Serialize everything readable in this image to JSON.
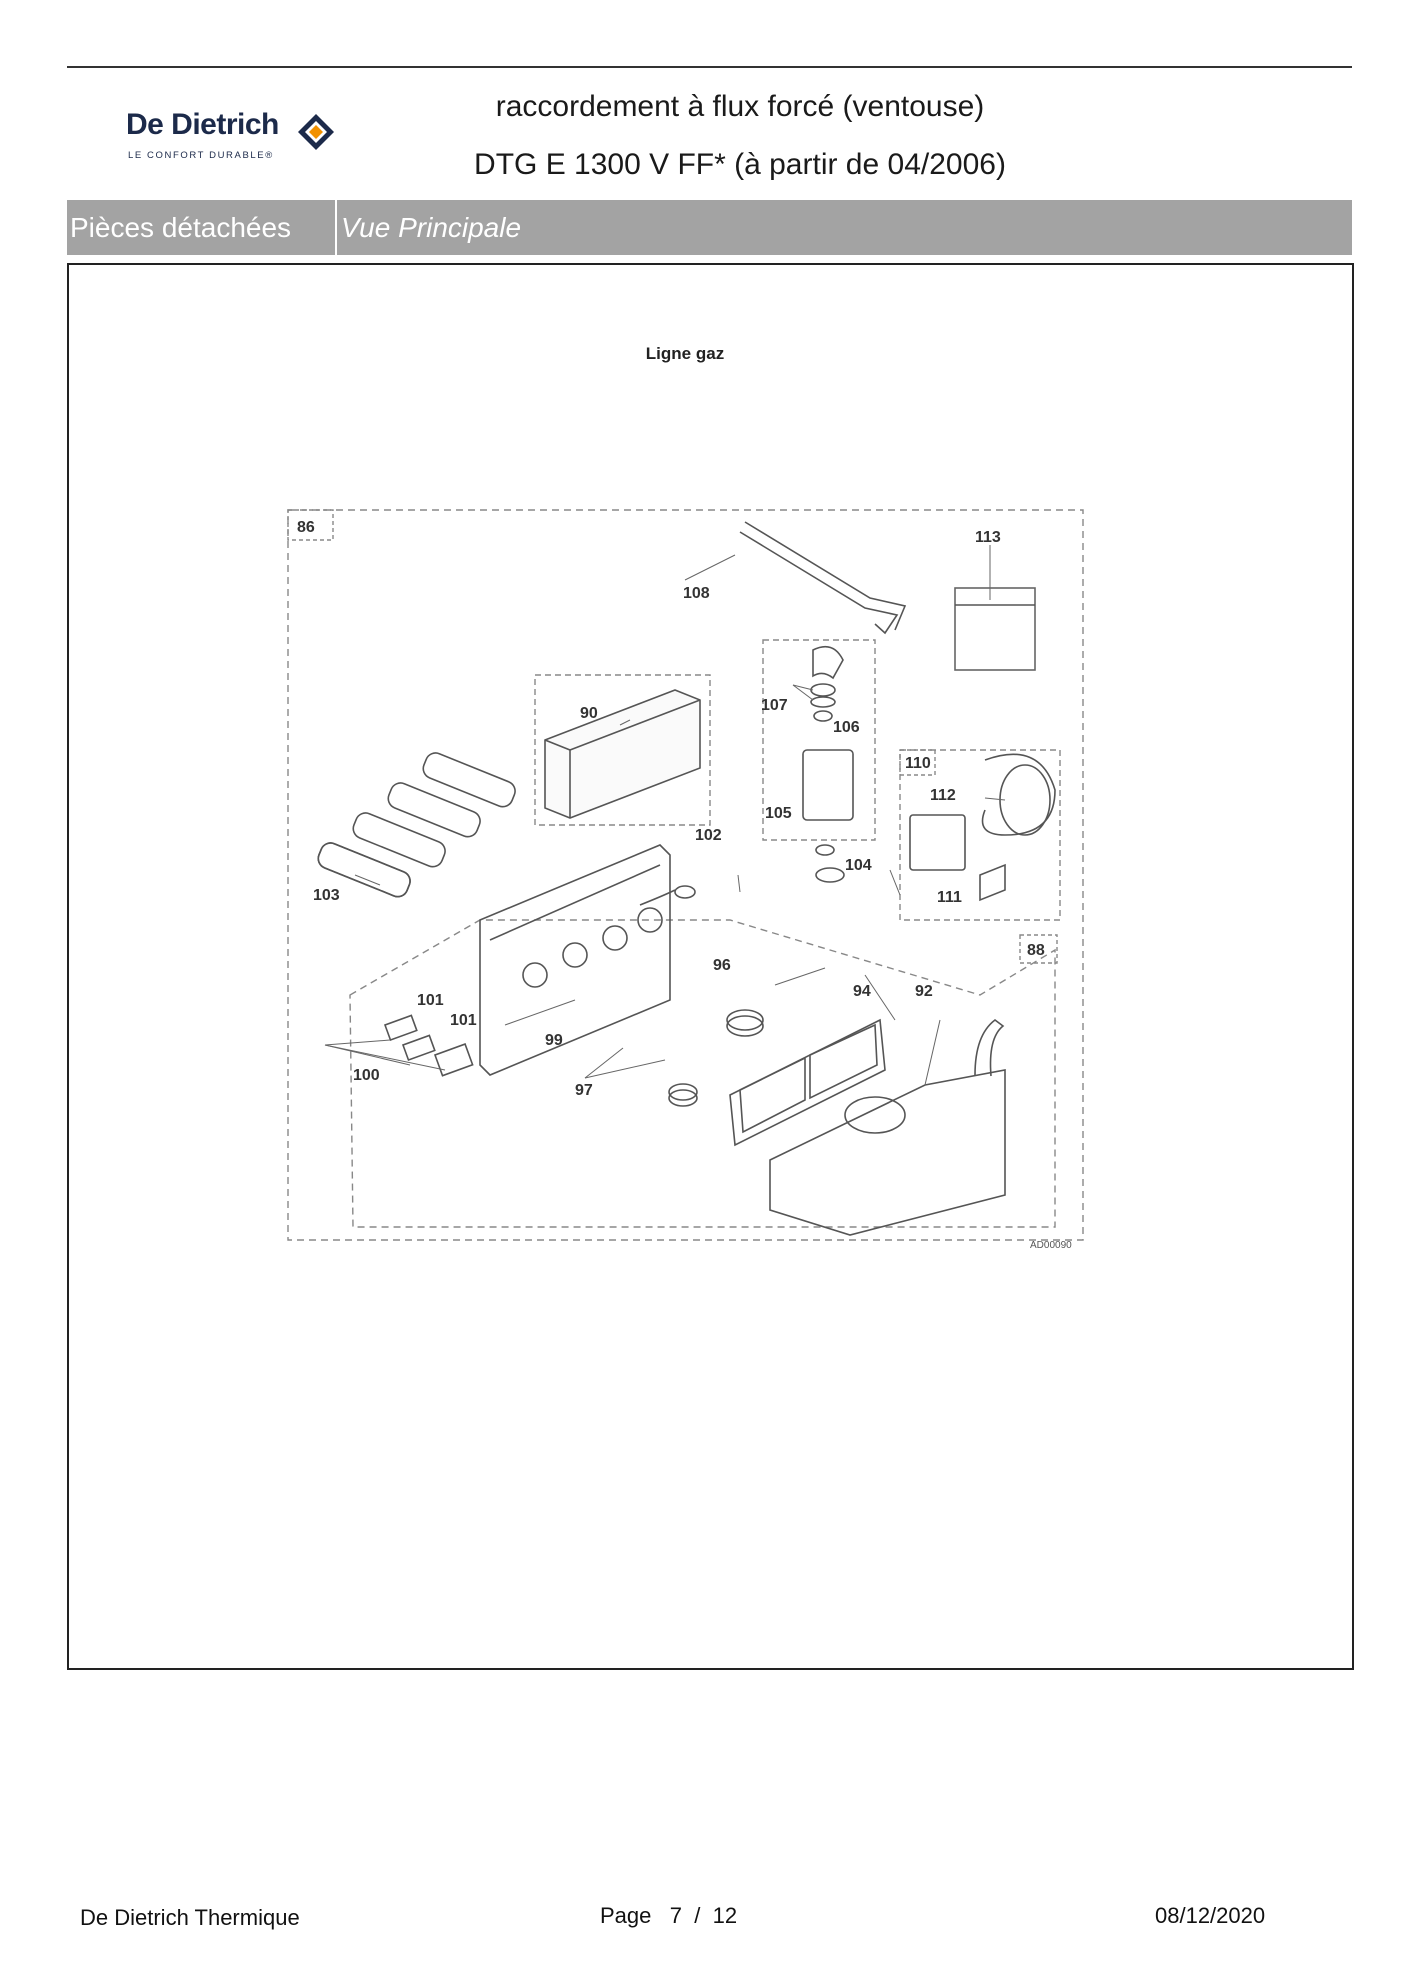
{
  "header": {
    "brand_name": "De Dietrich",
    "brand_tagline": "LE CONFORT DURABLE®",
    "title_line1": "raccordement à flux forcé (ventouse)",
    "title_line2": "DTG E 1300 V FF* (à partir de 04/2006)",
    "colors": {
      "brand": "#1c2a4a",
      "brand_accent": "#f29100",
      "band": "#a3a3a3"
    }
  },
  "band": {
    "section": "Pièces détachées",
    "view": "Vue Principale"
  },
  "diagram": {
    "title": "Ligne gaz",
    "reference": "AD00090",
    "callouts": [
      "86",
      "113",
      "108",
      "107",
      "106",
      "90",
      "110",
      "112",
      "105",
      "102",
      "104",
      "103",
      "111",
      "88",
      "96",
      "94",
      "92",
      "101",
      "101",
      "99",
      "100",
      "97"
    ]
  },
  "footer": {
    "company": "De Dietrich Thermique",
    "page_label": "Page",
    "page_current": "7",
    "page_separator": "/",
    "page_total": "12",
    "date": "08/12/2020"
  }
}
